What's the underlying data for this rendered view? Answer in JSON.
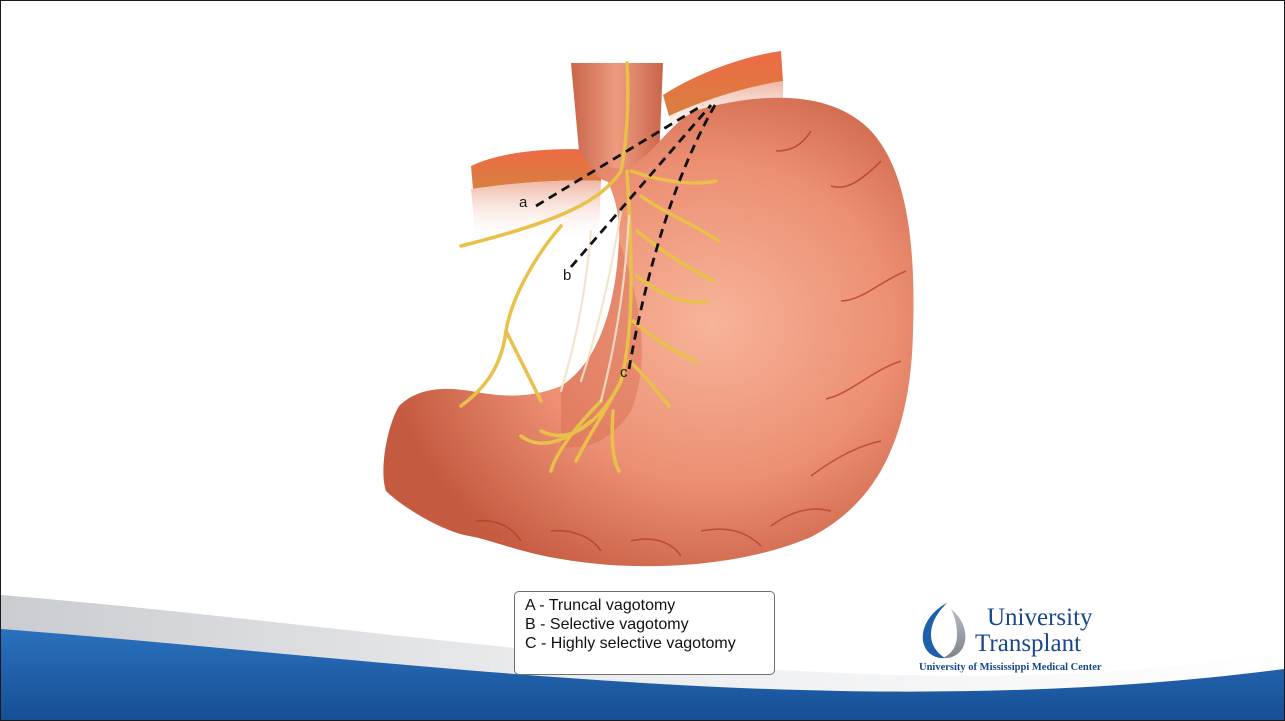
{
  "line_labels": {
    "a": "a",
    "b": "b",
    "c": "c"
  },
  "legend": [
    "A - Truncal vagotomy",
    "B - Selective vagotomy",
    "C - Highly selective vagotomy"
  ],
  "logo": {
    "line1": "University",
    "line2": "Transplant",
    "subtitle": "University of Mississippi Medical Center"
  },
  "colors": {
    "stomach": "#e8876b",
    "stomach_dark": "#c4553d",
    "nerve": "#e8c04a",
    "footer_blue": "#1d5fa8",
    "logo_blue": "#17488c",
    "vessel": "#b8402c"
  }
}
